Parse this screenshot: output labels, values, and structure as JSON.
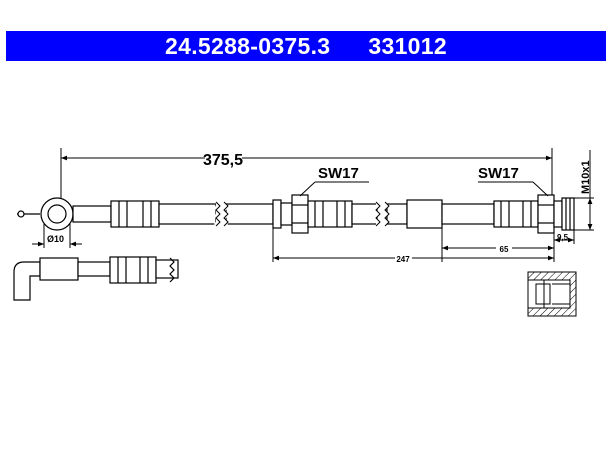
{
  "header": {
    "part_number": "24.5288-0375.3",
    "ref_number": "331012",
    "bg_color": "#0000ff"
  },
  "drawing": {
    "overall_length": "375,5",
    "wrench_left": "SW17",
    "wrench_right": "SW17",
    "thread": "M10x1",
    "dim_247": "247",
    "dim_65": "65",
    "dim_9_5": "9,5",
    "eye_diameter": "Ø10"
  }
}
